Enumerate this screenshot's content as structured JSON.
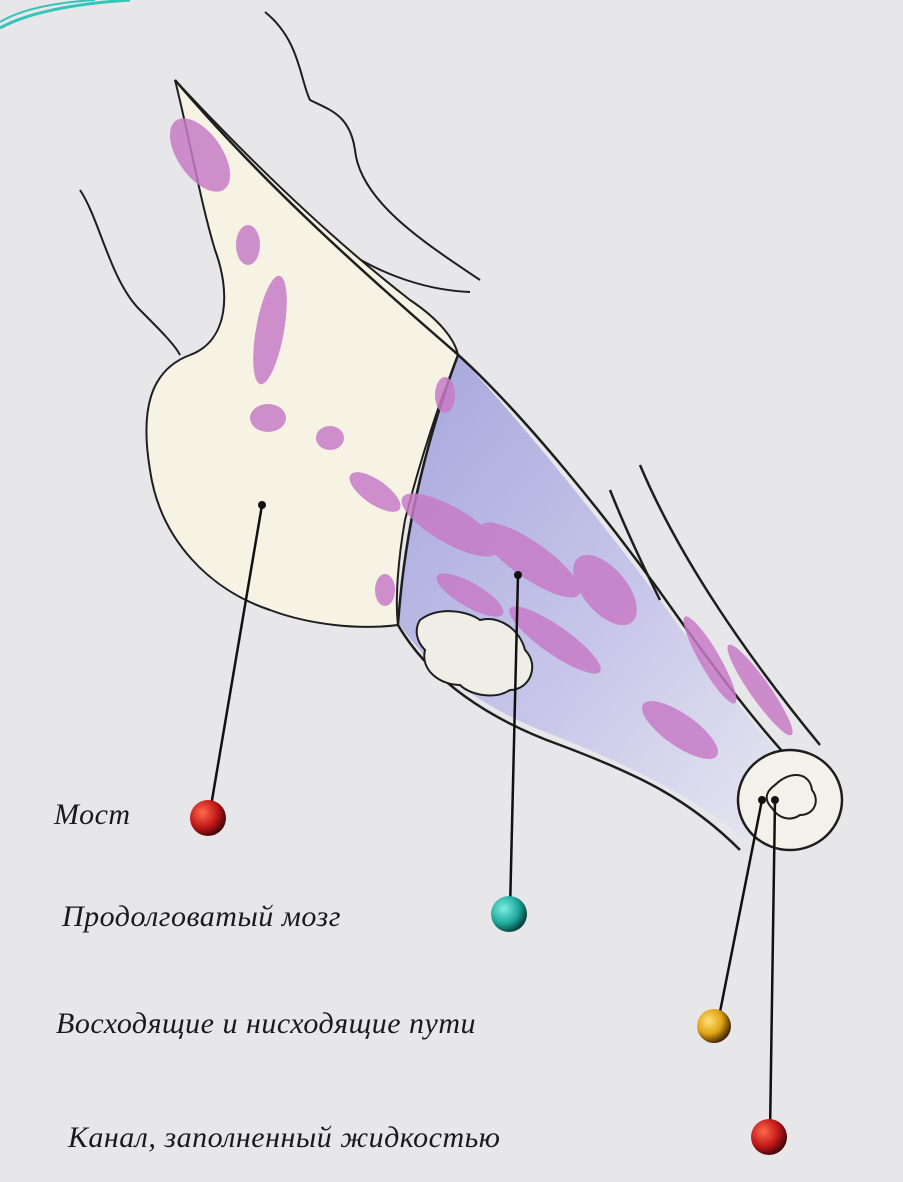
{
  "labels": {
    "pons": "Мост",
    "medulla": "Продолговатый мозг",
    "tracts": "Восходящие и нисходящие пути",
    "canal": "Канал, заполненный жидкостью"
  },
  "colors": {
    "background": "#e7e7e9",
    "outline": "#1e1e1e",
    "tract_pink": "#c77bc7",
    "medulla_shade": "#a9a9da",
    "marker_pons": "#c0161a",
    "marker_medulla": "#1fa89c",
    "marker_tracts": "#e0a414",
    "marker_canal": "#c4161c",
    "corner_accent": "#35c4b9"
  }
}
